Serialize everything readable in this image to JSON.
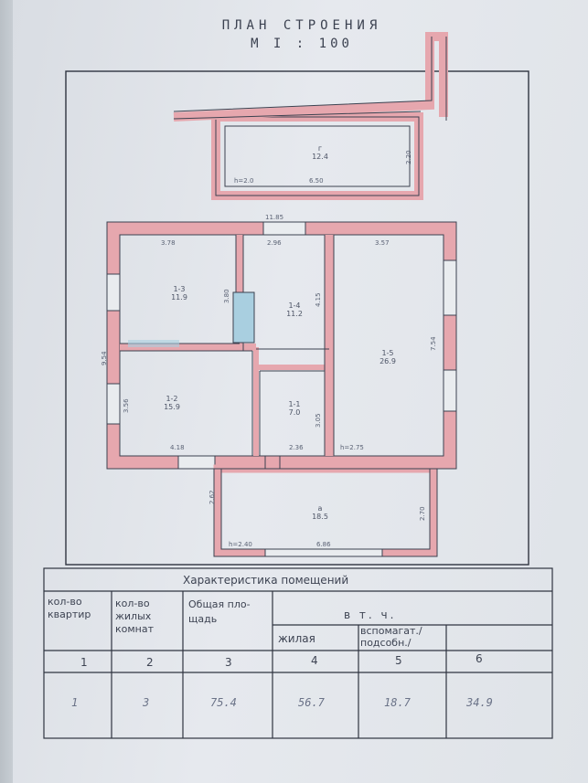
{
  "header": {
    "title": "ПЛАН СТРОЕНИЯ",
    "scale": "М I : 100"
  },
  "plan": {
    "annex": {
      "room": "г",
      "area": "12.4",
      "dim_h": "h=2.0",
      "dim_w": "6.50",
      "dim_d": "2.20"
    },
    "overall_width": "11.85",
    "overall_depth": "9.54",
    "rooms": [
      {
        "id": "1-3",
        "area": "11.9",
        "dim_top": "3.78"
      },
      {
        "id": "1-4",
        "area": "11.2",
        "dim_top": "2.96",
        "dim_side": "3.80",
        "dim_right": "4.15"
      },
      {
        "id": "1-5",
        "area": "26.9",
        "dim_top": "3.57",
        "dim_right": "7.54"
      },
      {
        "id": "1-2",
        "area": "15.9",
        "dim_bottom": "4.18",
        "dim_side": "3.56"
      },
      {
        "id": "1-1",
        "area": "7.0",
        "dim_bottom": "2.36",
        "dim_side": "3.05"
      }
    ],
    "height_main": "h=2.75",
    "veranda": {
      "room": "а",
      "area": "18.5",
      "dim_h": "h=2.40",
      "dim_w": "6.86",
      "dim_d": "2.70",
      "dim_side": "2.62"
    }
  },
  "table": {
    "caption": "Характеристика помещений",
    "headers": {
      "col1": "кол-во квартир",
      "col2": "кол-во жилых комнат",
      "col3": "Общая пло-щадь",
      "group": "в т. ч.",
      "col4": "жилая",
      "col5": "вспомагат./подсобн./",
      "col6": ""
    },
    "col_numbers": [
      "1",
      "2",
      "3",
      "4",
      "5",
      "6"
    ],
    "values": [
      "1",
      "3",
      "75.4",
      "56.7",
      "18.7",
      "34.9"
    ]
  }
}
